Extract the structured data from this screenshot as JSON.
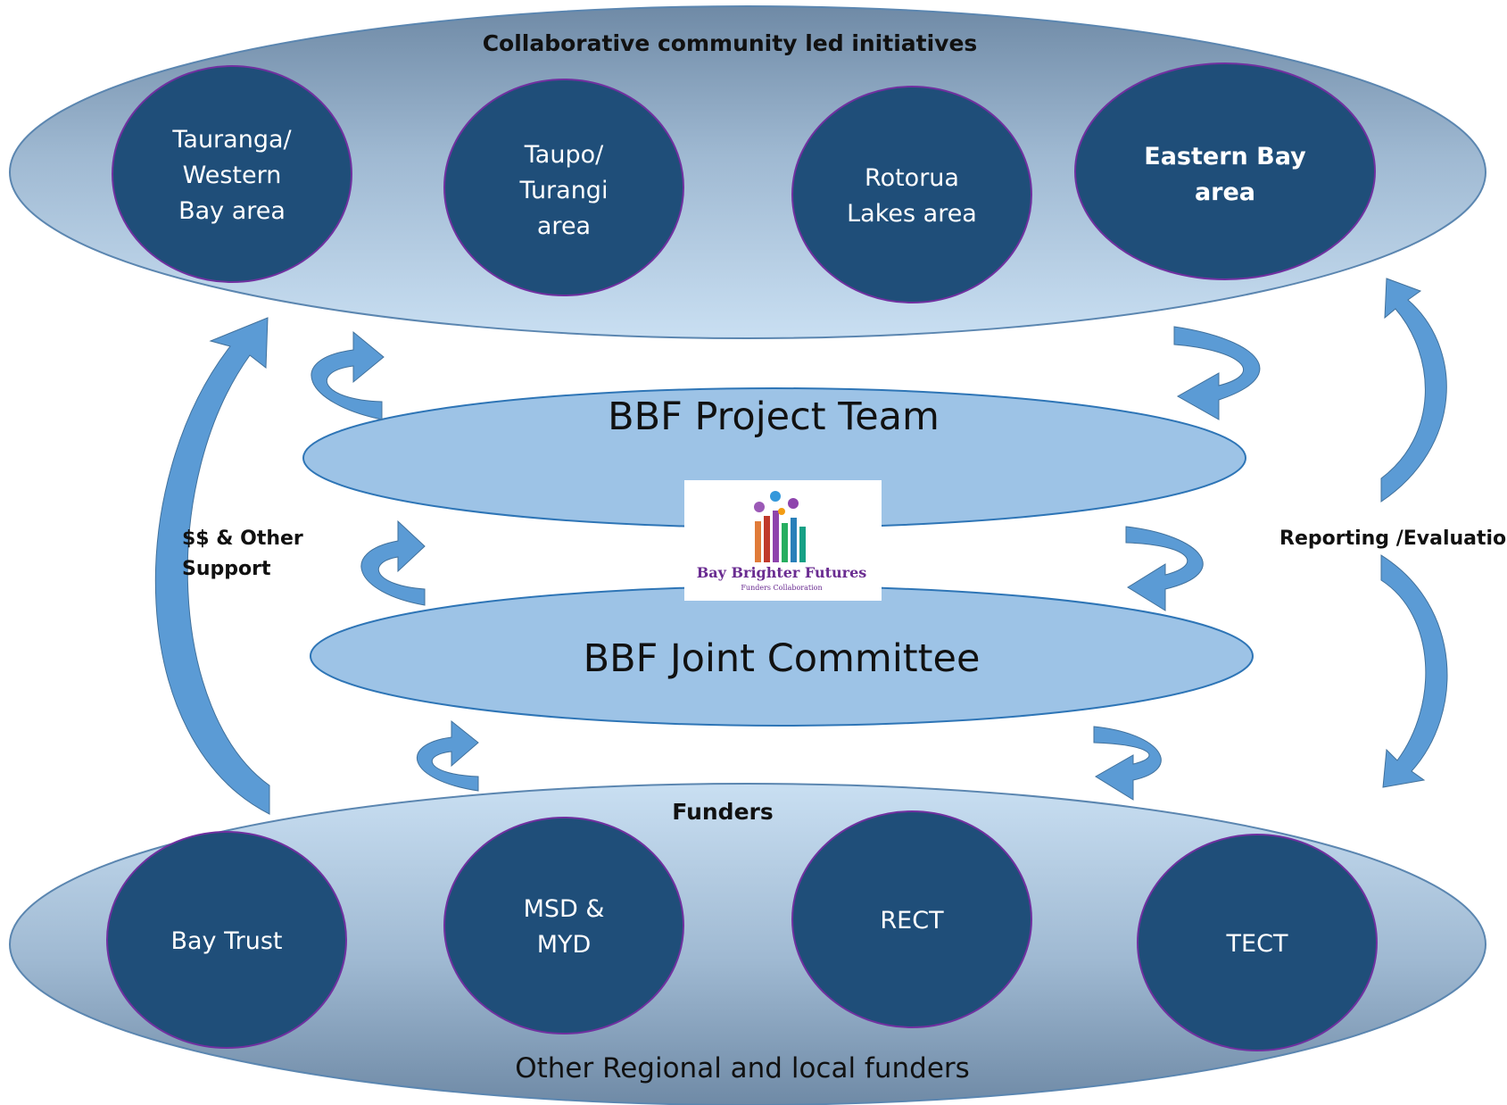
{
  "top": {
    "title": "Collaborative community led initiatives",
    "areas": [
      {
        "lines": [
          "Tauranga/",
          "Western",
          "Bay area"
        ],
        "bold": false
      },
      {
        "lines": [
          "Taupo/",
          "Turangi",
          "area"
        ],
        "bold": false
      },
      {
        "lines": [
          "Rotorua",
          "Lakes area"
        ],
        "bold": false
      },
      {
        "lines": [
          "Eastern Bay",
          "area"
        ],
        "bold": true
      }
    ]
  },
  "middle": {
    "project_team": "BBF Project Team",
    "joint_committee": "BBF Joint Committee"
  },
  "logo": {
    "name": "Bay Brighter Futures",
    "tagline": "Funders Collaboration"
  },
  "left_label": {
    "line1": "$$ & Other",
    "line2": "Support"
  },
  "right_label": "Reporting /Evaluation",
  "bottom": {
    "title": "Funders",
    "funders": [
      {
        "lines": [
          "Bay Trust"
        ]
      },
      {
        "lines": [
          "MSD &",
          "MYD"
        ]
      },
      {
        "lines": [
          "RECT"
        ]
      },
      {
        "lines": [
          "TECT"
        ]
      }
    ],
    "footer": "Other Regional and local funders"
  },
  "colors": {
    "node_fill": "#1f4e79",
    "node_stroke": "#7030a0",
    "ellipse_light": "#bdd7ee",
    "ellipse_dark": "#6f8fad",
    "mid_ellipse": "#9dc3e6",
    "arrow": "#5b9bd5"
  }
}
